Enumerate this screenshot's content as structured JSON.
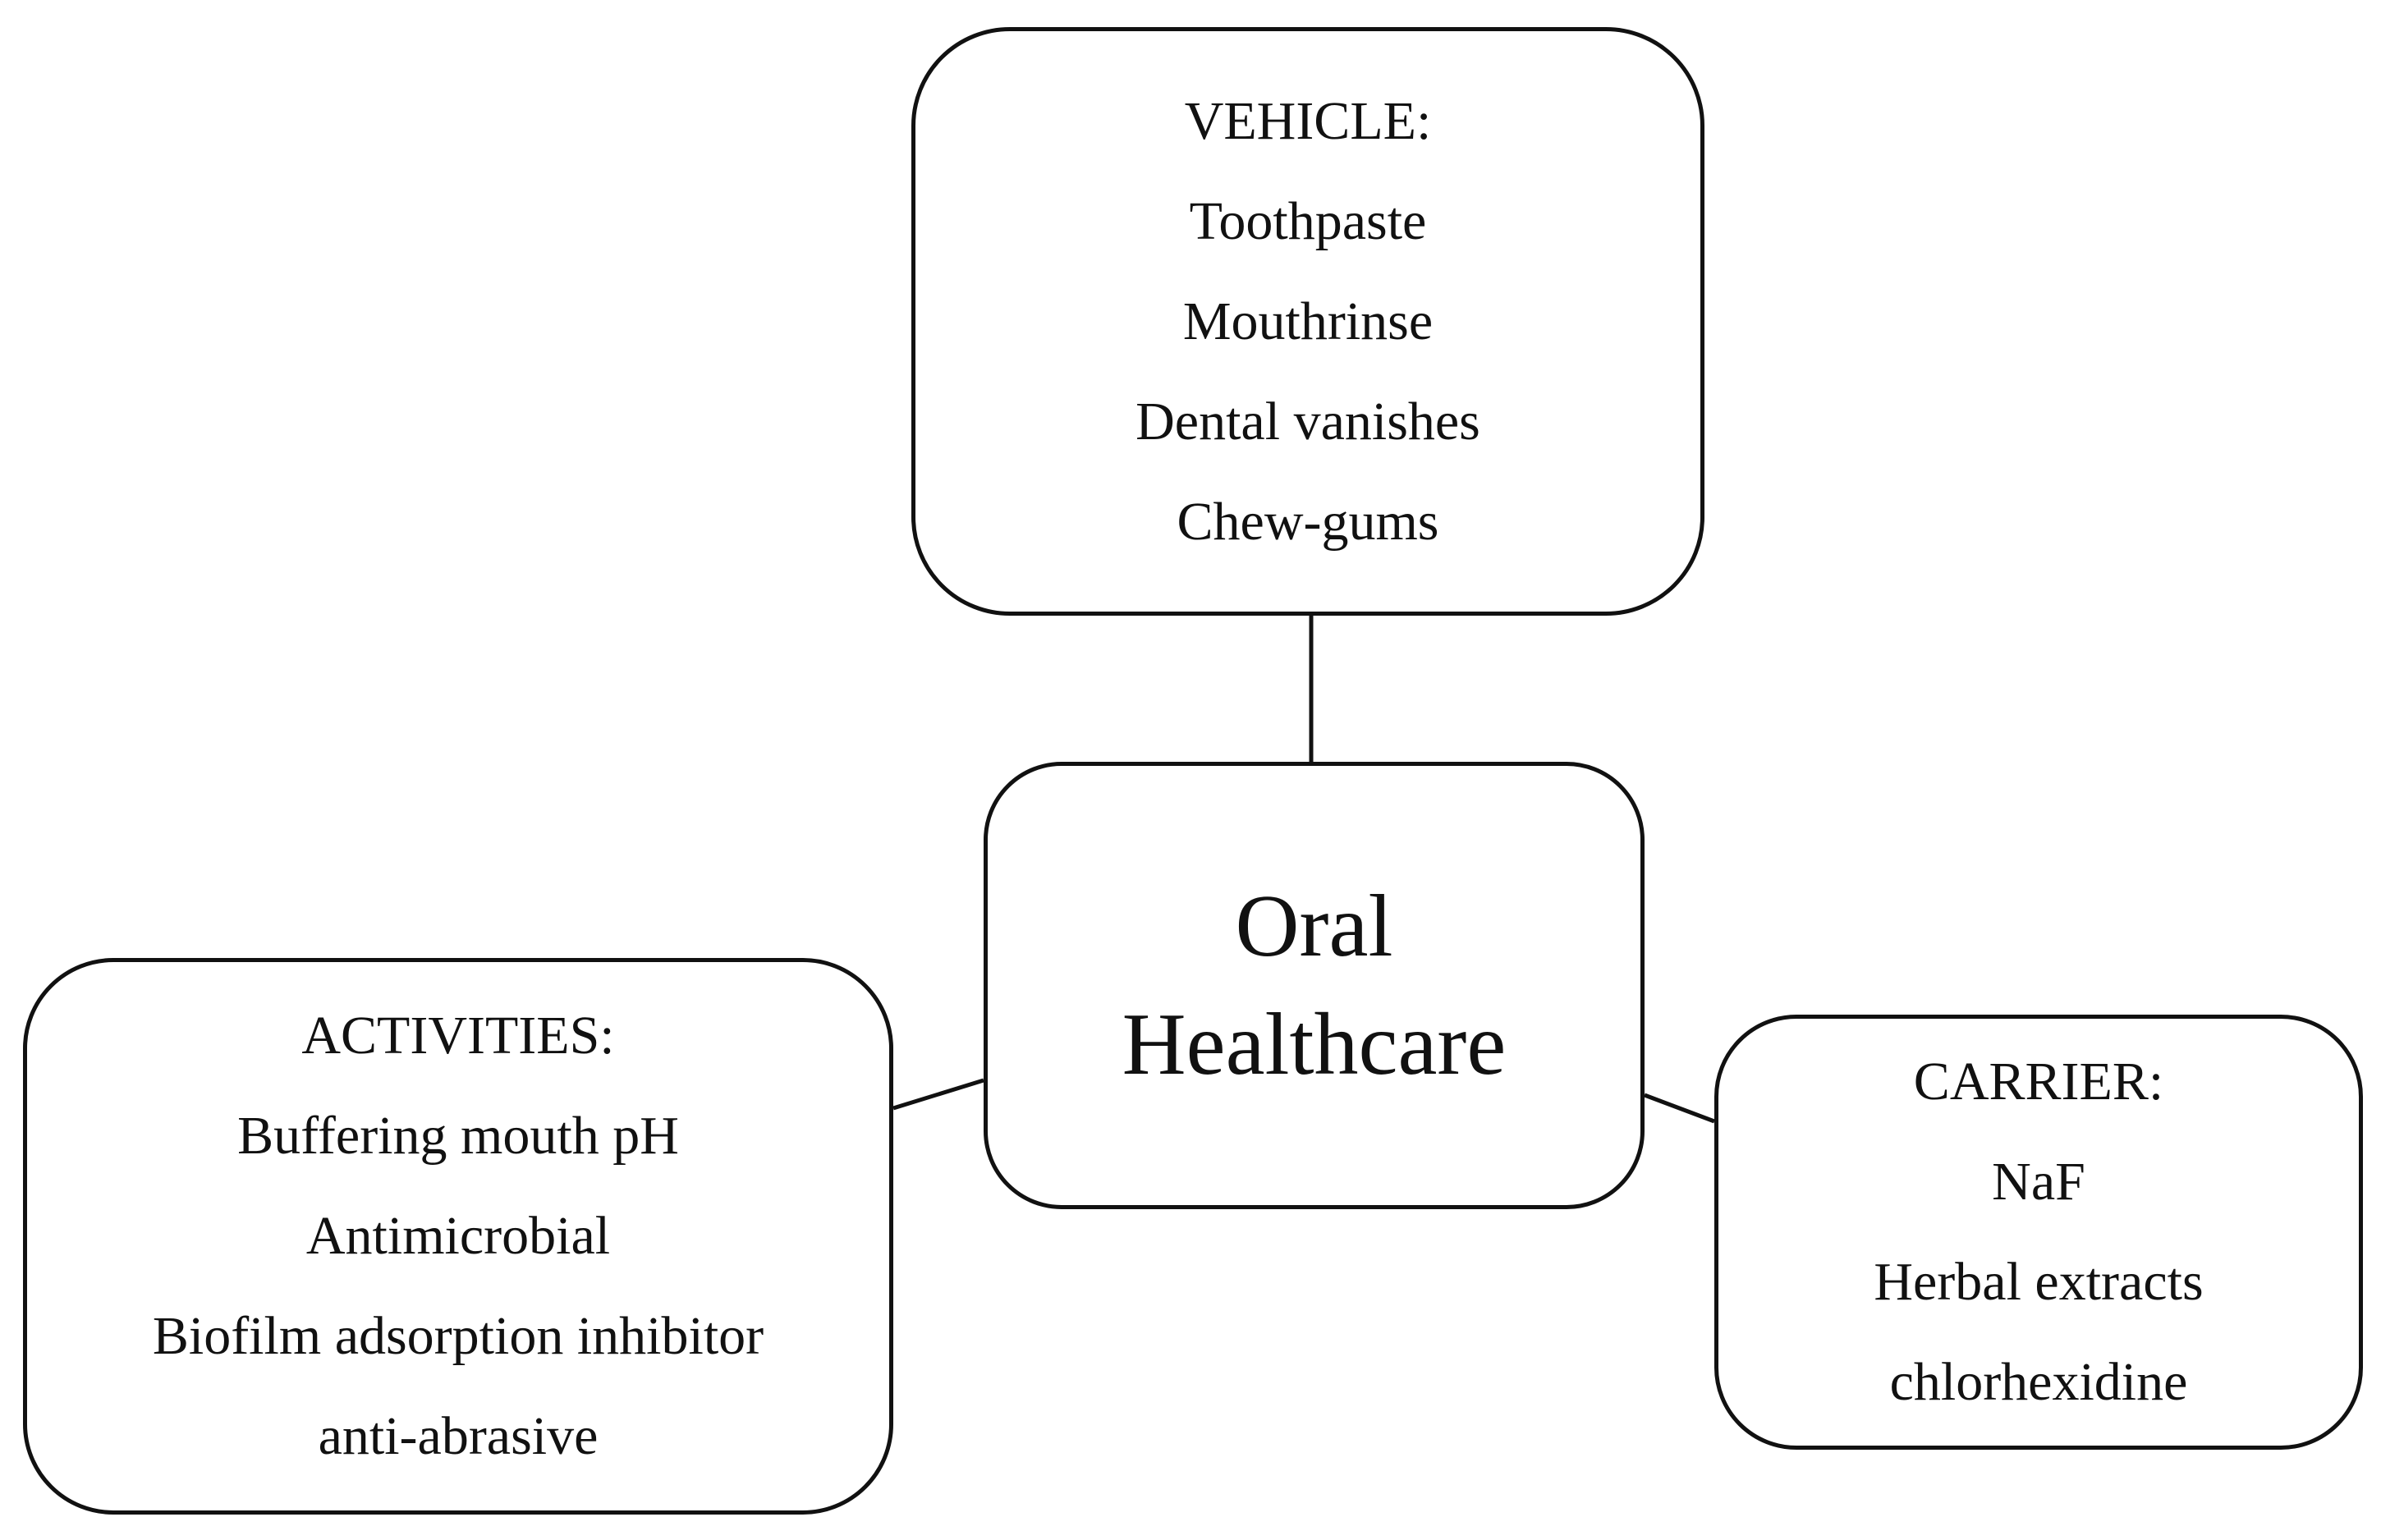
{
  "center": {
    "line1": "Oral",
    "line2": "Healthcare"
  },
  "vehicle": {
    "heading": "VEHICLE:",
    "items": [
      "Toothpaste",
      "Mouthrinse",
      "Dental vanishes",
      "Chew-gums"
    ]
  },
  "activities": {
    "heading": "ACTIVITIES:",
    "items": [
      "Buffering mouth pH",
      "Antimicrobial",
      "Biofilm adsorption inhibitor",
      "anti-abrasive"
    ]
  },
  "carrier": {
    "heading": "CARRIER:",
    "items": [
      "NaF",
      "Herbal extracts",
      "chlorhexidine"
    ]
  }
}
